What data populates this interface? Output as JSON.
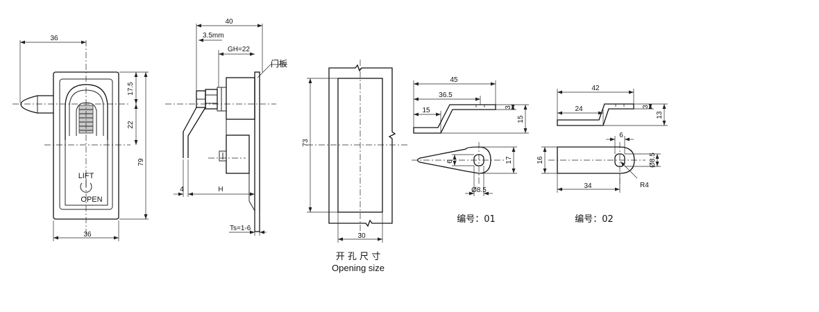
{
  "front_view": {
    "dim_width_top": "36",
    "dim_width_bottom": "36",
    "dim_upper": "17.5",
    "dim_middle": "22",
    "dim_height": "79",
    "label_lift": "LIFT",
    "label_open": "OPEN"
  },
  "side_view": {
    "dim_depth": "40",
    "dim_offset": "3.5mm",
    "dim_gh": "GH=22",
    "label_door": "门板",
    "dim_4": "4",
    "dim_h": "H",
    "dim_ts": "Ts=1-6"
  },
  "opening": {
    "dim_height": "73",
    "dim_width": "30",
    "caption_cn": "开 孔 尺 寸",
    "caption_en": "Opening size"
  },
  "cam_01": {
    "dim_45": "45",
    "dim_36_5": "36.5",
    "dim_15_left": "15",
    "dim_3": "3",
    "dim_15_right": "15",
    "dim_6": "6",
    "dim_17": "17",
    "dim_dia": "Ø8.5",
    "caption": "编号：01"
  },
  "cam_02": {
    "dim_42": "42",
    "dim_24": "24",
    "dim_3": "3",
    "dim_13": "13",
    "dim_6": "6",
    "dim_16": "16",
    "dim_dia": "Ø8.5",
    "dim_r4": "R4",
    "dim_34": "34",
    "caption": "编号：02"
  }
}
